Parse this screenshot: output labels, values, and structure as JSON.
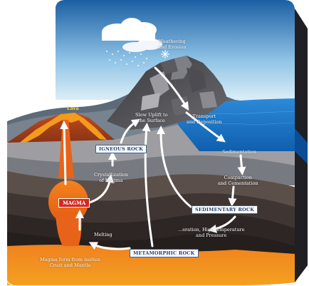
{
  "labels": {
    "weathering": "Weathering\nand Erosion",
    "lava": "Lava",
    "uplift": "Slow Uplift to\nthe Surface",
    "transport": "Transport\nand Deposition",
    "sedimentation": "Sedimentation",
    "igneous_rock": "IGNEOUS ROCK",
    "crystallization": "Crystallization\nof Magma",
    "compaction": "Compaction\nand Cementation",
    "magma": "MAGMA",
    "sedimentary_rock": "SEDIMENTARY ROCK",
    "heat_pressure": "...eration, High temperature\nand Pressure",
    "melting": "Melting",
    "metamorphic_rock": "METAMORPHIC ROCK",
    "magma_forms": "Magma form from molten\nCrust and Mantle"
  },
  "colors": {
    "sky_top": "#1b5fa3",
    "sky_bottom": "#cfe6f2",
    "sea": "#1e7ed0",
    "magma": "#d5261e",
    "lava": "#f47a1c",
    "box_border": "#3a5f8c"
  },
  "icons": [
    "cloud-icon",
    "snowflake-icon"
  ]
}
